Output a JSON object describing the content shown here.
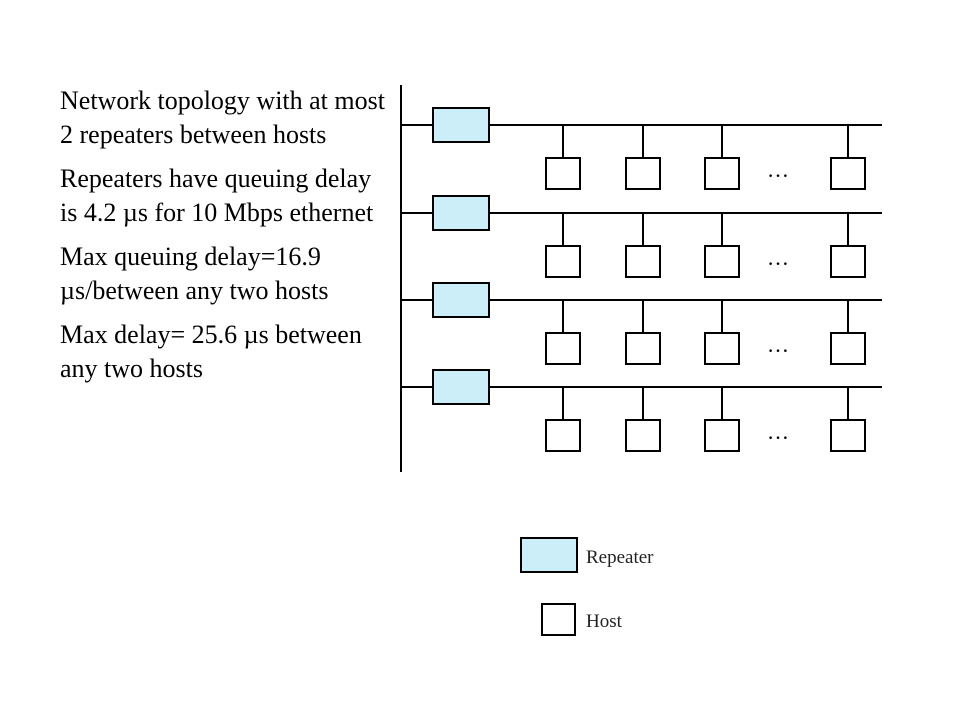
{
  "paragraphs": [
    "Network topology with at most 2 repeaters between hosts",
    "Repeaters have queuing delay is 4.2 µs for 10 Mbps ethernet",
    "Max queuing delay=16.9 µs/between any two hosts",
    "Max delay= 25.6 µs between any two hosts"
  ],
  "diagram": {
    "segments": [
      {
        "hosts": 4,
        "ellipsis": "…"
      },
      {
        "hosts": 4,
        "ellipsis": "…"
      },
      {
        "hosts": 4,
        "ellipsis": "…"
      },
      {
        "hosts": 4,
        "ellipsis": "…"
      }
    ],
    "legend": {
      "repeater_label": "Repeater",
      "host_label": "Host"
    },
    "colors": {
      "repeater_fill": "#cceef8",
      "line": "#000000"
    }
  }
}
